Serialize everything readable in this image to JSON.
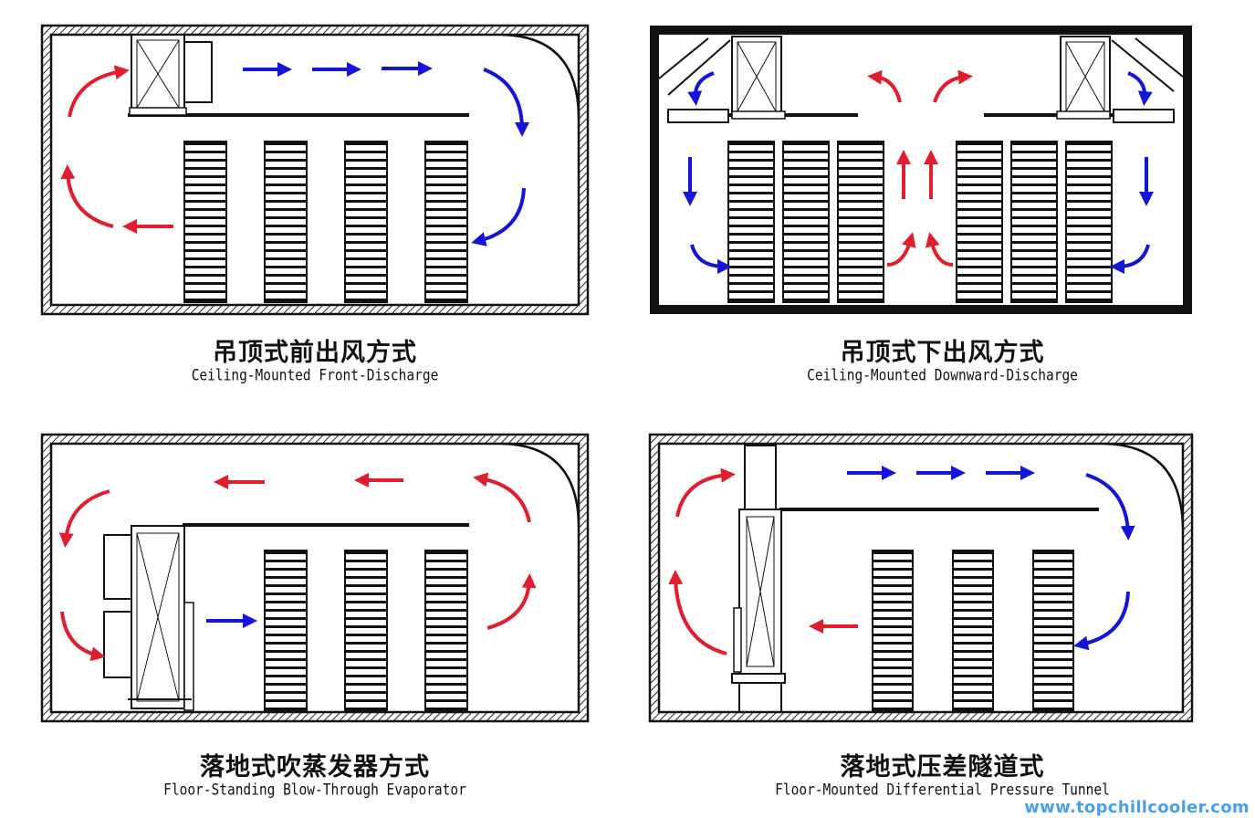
{
  "colors": {
    "cold_air": "#1515d8",
    "warm_air": "#e01e2e",
    "wall": "#111111",
    "watermark": "#4aa0e8"
  },
  "diagrams": [
    {
      "title_zh": "吊顶式前出风方式",
      "title_en": "Ceiling-Mounted Front-Discharge"
    },
    {
      "title_zh": "吊顶式下出风方式",
      "title_en": "Ceiling-Mounted Downward-Discharge"
    },
    {
      "title_zh": "落地式吹蒸发器方式",
      "title_en": "Floor-Standing Blow-Through Evaporator"
    },
    {
      "title_zh": "落地式压差隧道式",
      "title_en": "Floor-Mounted Differential Pressure Tunnel"
    }
  ],
  "watermark": "www.topchillcooler.com"
}
